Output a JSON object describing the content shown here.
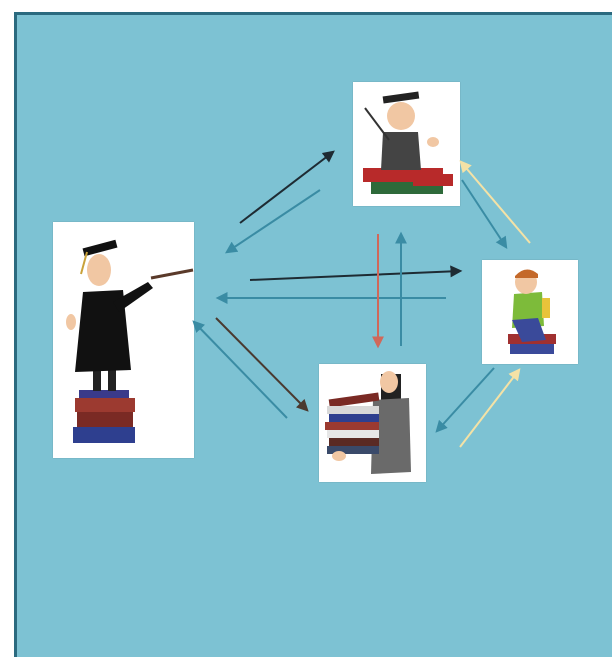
{
  "diagram": {
    "background_color": "#7dc2d3",
    "border_color": "#2b6a7f",
    "nodes": [
      {
        "id": "teacher",
        "icon": "graduate-teacher-pointer-icon"
      },
      {
        "id": "lecturer",
        "icon": "graduate-with-pointer-on-books-icon"
      },
      {
        "id": "student",
        "icon": "student-sitting-on-books-icon"
      },
      {
        "id": "book-carrier",
        "icon": "person-carrying-books-icon"
      }
    ],
    "arrow_colors": {
      "dark": "#1e2b33",
      "teal": "#3a8ca4",
      "red": "#d0685a",
      "yellow": "#f4e2a6",
      "brown": "#4a3a30"
    }
  }
}
